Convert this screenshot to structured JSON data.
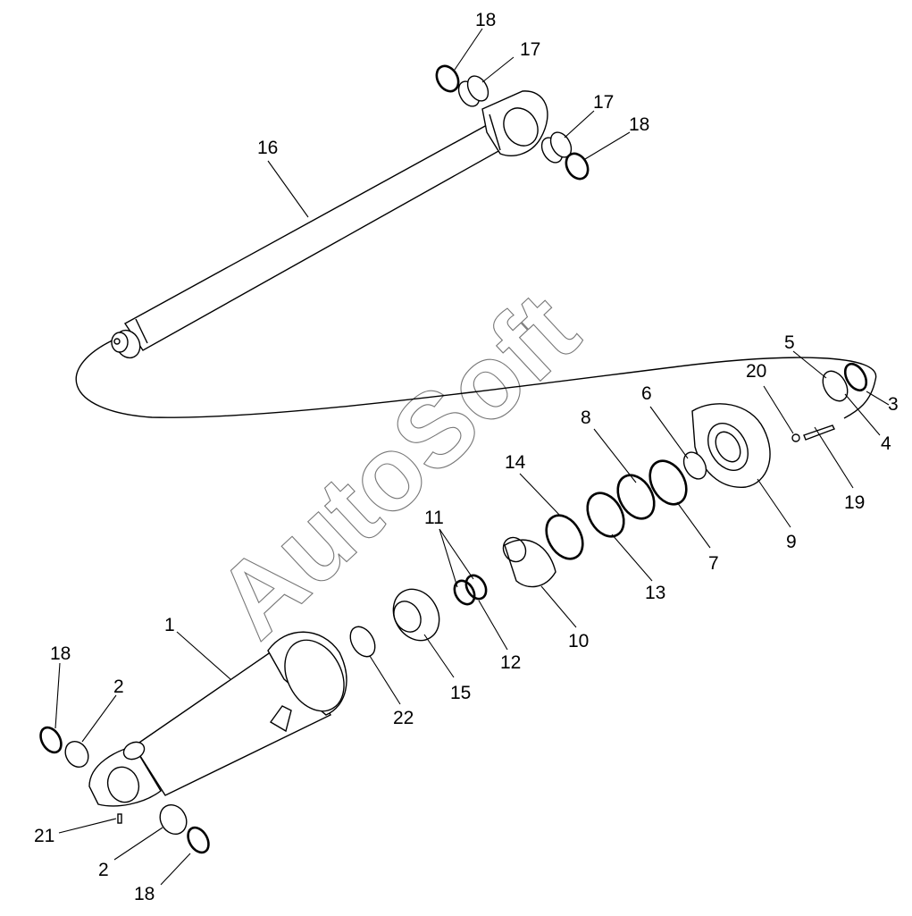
{
  "watermark": "AutoSoft",
  "callouts": {
    "c18_top": "18",
    "c17_top": "17",
    "c17_right": "17",
    "c18_right": "18",
    "c16": "16",
    "c5": "5",
    "c3": "3",
    "c20": "20",
    "c4": "4",
    "c6": "6",
    "c19": "19",
    "c8": "8",
    "c14": "14",
    "c9": "9",
    "c7": "7",
    "c11": "11",
    "c13": "13",
    "c10": "10",
    "c1": "1",
    "c12": "12",
    "c18_left": "18",
    "c2_left": "2",
    "c22": "22",
    "c15": "15",
    "c21": "21",
    "c2_bottom": "2",
    "c18_bottom": "18"
  }
}
